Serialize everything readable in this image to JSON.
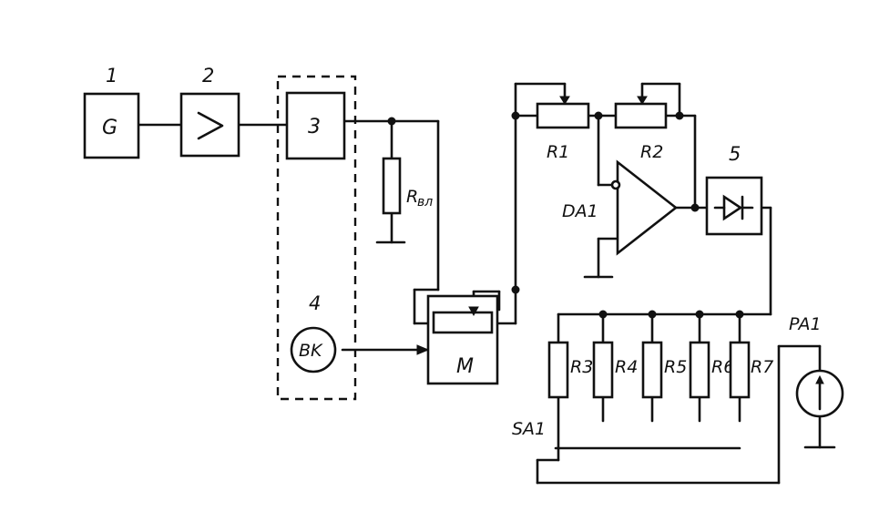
{
  "blocks": {
    "b1_number": "1",
    "b1_symbol": "G",
    "b2_number": "2",
    "b2_symbol": ">",
    "b3_symbol": "3",
    "b4_number": "4",
    "b4_symbol": "BK",
    "b5_number": "5",
    "m_symbol": "M"
  },
  "labels": {
    "r_load_main": "R",
    "r_load_sub": "вл",
    "r1": "R1",
    "r2": "R2",
    "da1": "DA1",
    "r3": "R3",
    "r4": "R4",
    "r5": "R5",
    "r6": "R6",
    "r7": "R7",
    "sa1": "SA1",
    "pa1": "PA1"
  }
}
